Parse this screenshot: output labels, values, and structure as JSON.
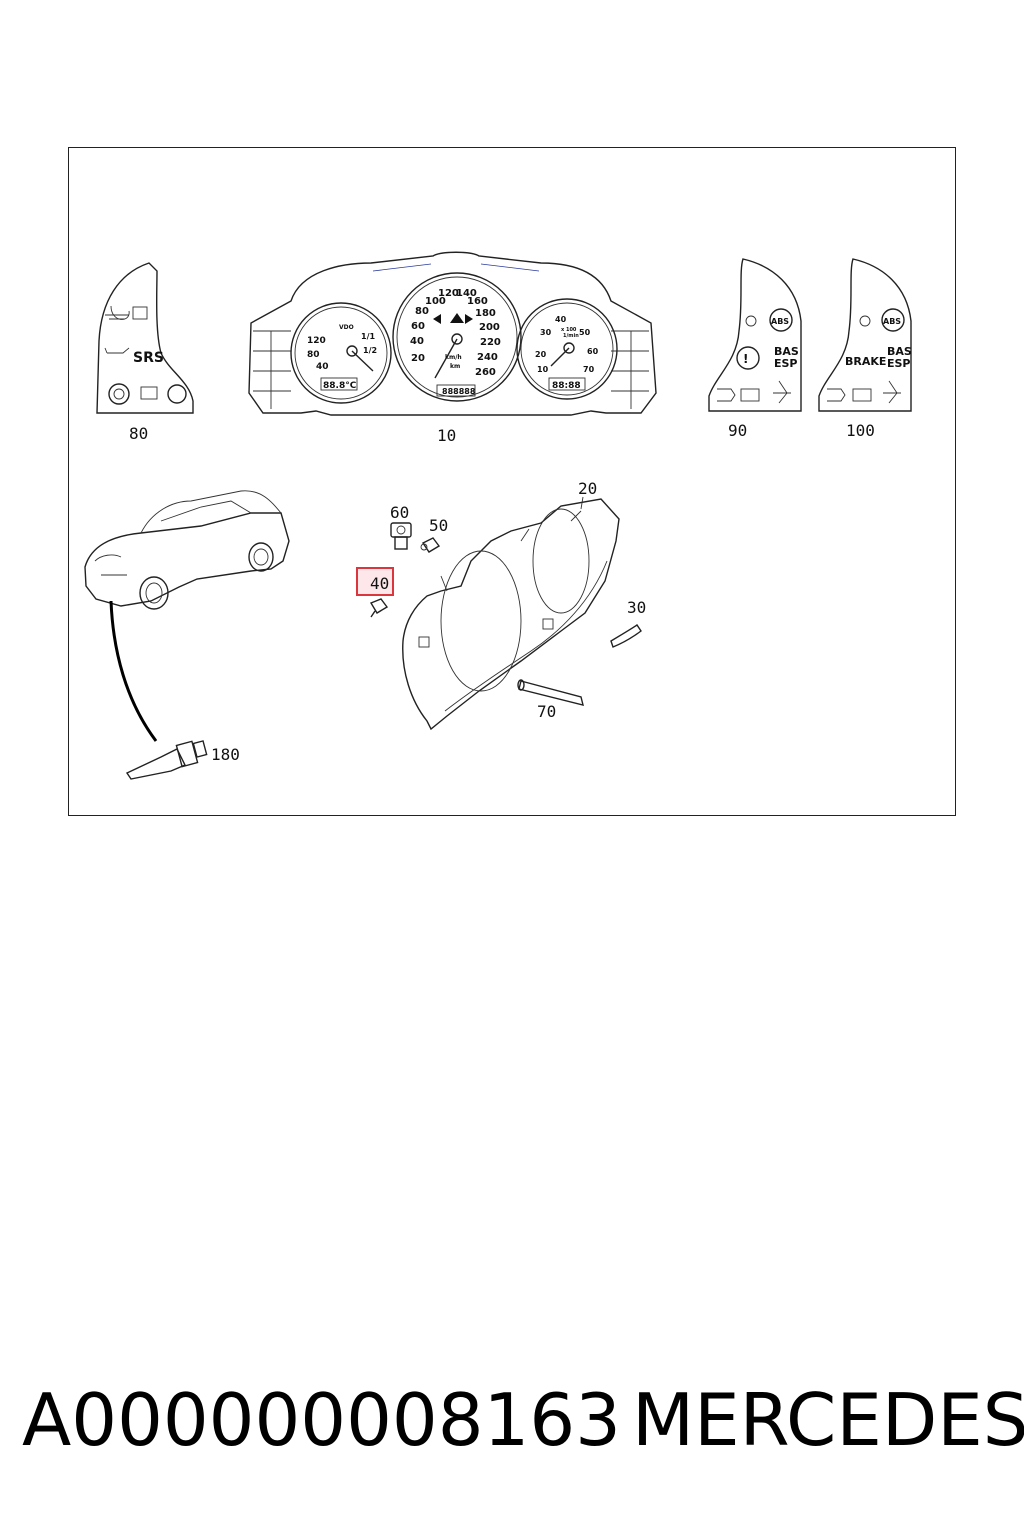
{
  "diagram": {
    "part_labels": {
      "p10": "10",
      "p20": "20",
      "p30": "30",
      "p40": "40",
      "p50": "50",
      "p60": "60",
      "p70": "70",
      "p80": "80",
      "p90": "90",
      "p100": "100",
      "p180": "180"
    },
    "highlighted_part": "40",
    "highlight_color": "#d9363e",
    "cluster": {
      "speedo_ticks": [
        "20",
        "40",
        "60",
        "80",
        "100",
        "120",
        "140",
        "160",
        "180",
        "200",
        "220",
        "240",
        "260"
      ],
      "speedo_unit": "km/h",
      "speedo_odo_unit": "km",
      "odometer": "888888",
      "tacho_ticks": [
        "10",
        "20",
        "30",
        "40",
        "50",
        "60",
        "70"
      ],
      "tacho_unit_top": "x 100",
      "tacho_unit_bottom": "1/min",
      "tacho_display": "88:88",
      "left_ticks": [
        "40",
        "80",
        "120"
      ],
      "left_gauge_brand": "VDO",
      "fuel_ticks": [
        "1/1",
        "1/2"
      ],
      "temp_display": "88.8°C"
    },
    "warning_panels": {
      "p80_text": "SRS",
      "p90_text_1": "BAS",
      "p90_text_2": "ESP",
      "p100_text_brake": "BRAKE",
      "p100_text_1": "BAS",
      "p100_text_2": "ESP",
      "abs": "ABS"
    }
  },
  "footer": {
    "part_number": "A000000008163",
    "brand": "MERCEDES"
  }
}
